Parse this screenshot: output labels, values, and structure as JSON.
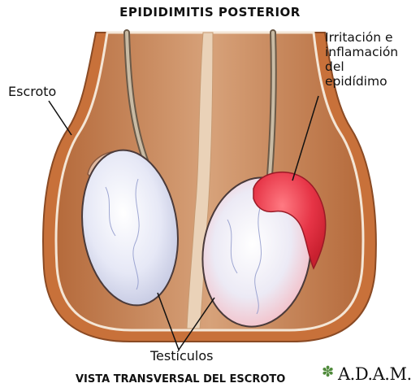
{
  "title": "EPIDIDIMITIS POSTERIOR",
  "labels": {
    "scrotum": "Escroto",
    "inflamed_epididymis": "Irritación e\ninflamación\ndel\nepidídimo",
    "testicles": "Testículos"
  },
  "caption": "VISTA TRANSVERSAL DEL ESCROTO",
  "logo": {
    "symbol": "✽",
    "text": "A.D.A.M."
  },
  "colors": {
    "skin_outer": "#c8713a",
    "skin_inner": "#d89a6e",
    "testis_fill": "#e4e6f4",
    "inflamed": "#e33a4a",
    "leader": "#111111",
    "logo_green": "#4f8a3a"
  }
}
